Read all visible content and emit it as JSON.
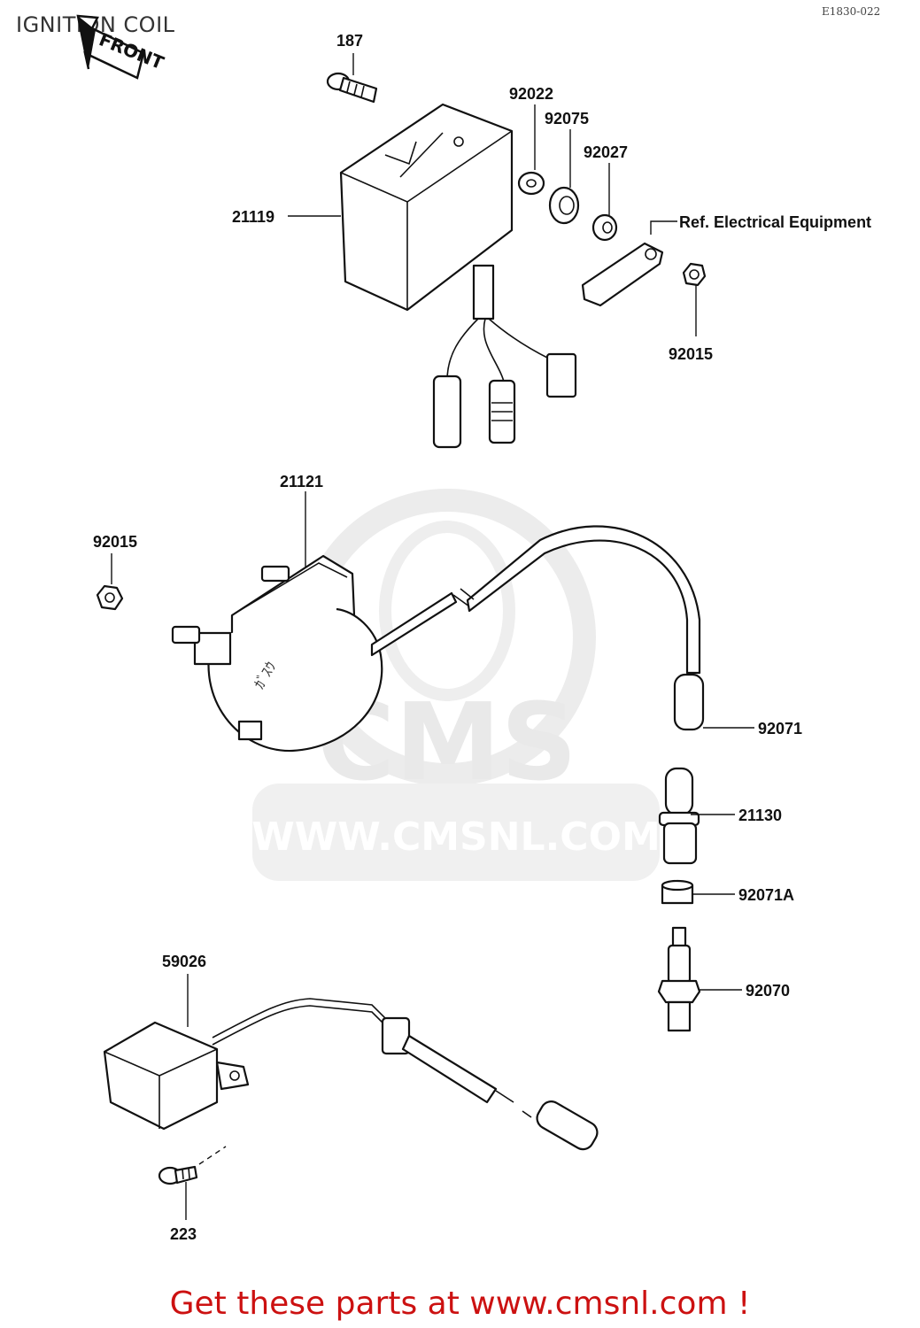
{
  "title": "IGNITION COIL",
  "drawing_code": "E1830-022",
  "front_label": "FRONT",
  "watermark": {
    "brand": "CMS",
    "url": "WWW.CMSNL.COM"
  },
  "callouts": {
    "c187": "187",
    "c92022": "92022",
    "c92075": "92075",
    "c92027": "92027",
    "c21119": "21119",
    "ref_electrical": "Ref. Electrical Equipment",
    "c92015_top": "92015",
    "c21121": "21121",
    "c92015_left": "92015",
    "c92071": "92071",
    "c21130": "21130",
    "c92071A": "92071A",
    "c92070": "92070",
    "c59026": "59026",
    "c223": "223"
  },
  "footer": "Get these parts at www.cmsnl.com !",
  "colors": {
    "footer": "#cc1111",
    "watermark": "#e9e9e9",
    "ink": "#111111"
  }
}
